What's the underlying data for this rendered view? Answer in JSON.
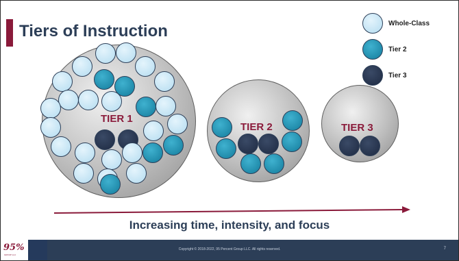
{
  "slide": {
    "title": "Tiers of Instruction",
    "legend": [
      {
        "label": "Whole-Class",
        "color": "#c5e6f6"
      },
      {
        "label": "Tier 2",
        "color": "#1a8fb0"
      },
      {
        "label": "Tier 3",
        "color": "#25334f"
      }
    ],
    "tiers": [
      {
        "label": "TIER 1"
      },
      {
        "label": "TIER 2"
      },
      {
        "label": "TIER 3"
      }
    ],
    "caption": "Increasing time, intensity, and focus",
    "footer": {
      "logo_text": "95%",
      "logo_subtext": "GROUP LLC",
      "copyright": "Copyright © 2018-2022, 95 Percent Group LLC. All rights reserved.",
      "page_number": "7"
    }
  }
}
